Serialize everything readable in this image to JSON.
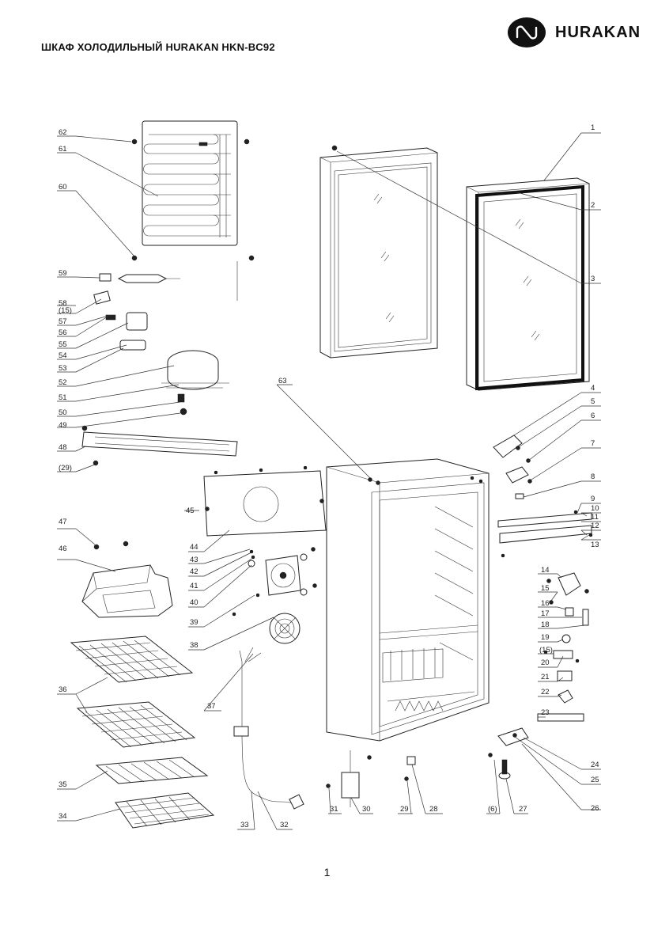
{
  "document": {
    "title": "ШКАФ ХОЛОДИЛЬНЫЙ HURAKAN HKN-BC92",
    "brand": "HURAKAN",
    "page_number": "1"
  },
  "callouts": {
    "c1": "1",
    "c2": "2",
    "c3": "3",
    "c4": "4",
    "c5": "5",
    "c6": "6",
    "c7": "7",
    "c8": "8",
    "c9": "9",
    "c10": "10",
    "c11": "11",
    "c12": "12",
    "c13": "13",
    "c14": "14",
    "c15": "15",
    "c16": "16",
    "c17": "17",
    "c18": "18",
    "c19": "19",
    "c15b": "(15)",
    "c20": "20",
    "c21": "21",
    "c22": "22",
    "c23": "23",
    "c24": "24",
    "c25": "25",
    "c26": "26",
    "c27": "27",
    "c6b": "(6)",
    "c28": "28",
    "c29": "29",
    "c30": "30",
    "c31": "31",
    "c32": "32",
    "c33": "33",
    "c34": "34",
    "c35": "35",
    "c36": "36",
    "c37": "37",
    "c38": "38",
    "c39": "39",
    "c40": "40",
    "c41": "41",
    "c42": "42",
    "c43": "43",
    "c44": "44",
    "c45": "45",
    "c46": "46",
    "c47": "47",
    "c48": "48",
    "c29b": "(29)",
    "c49": "49",
    "c50": "50",
    "c51": "51",
    "c52": "52",
    "c53": "53",
    "c54": "54",
    "c55": "55",
    "c56": "56",
    "c57": "57",
    "c58": "58",
    "c15c": "(15)",
    "c59": "59",
    "c60": "60",
    "c61": "61",
    "c62": "62",
    "c63": "63"
  }
}
